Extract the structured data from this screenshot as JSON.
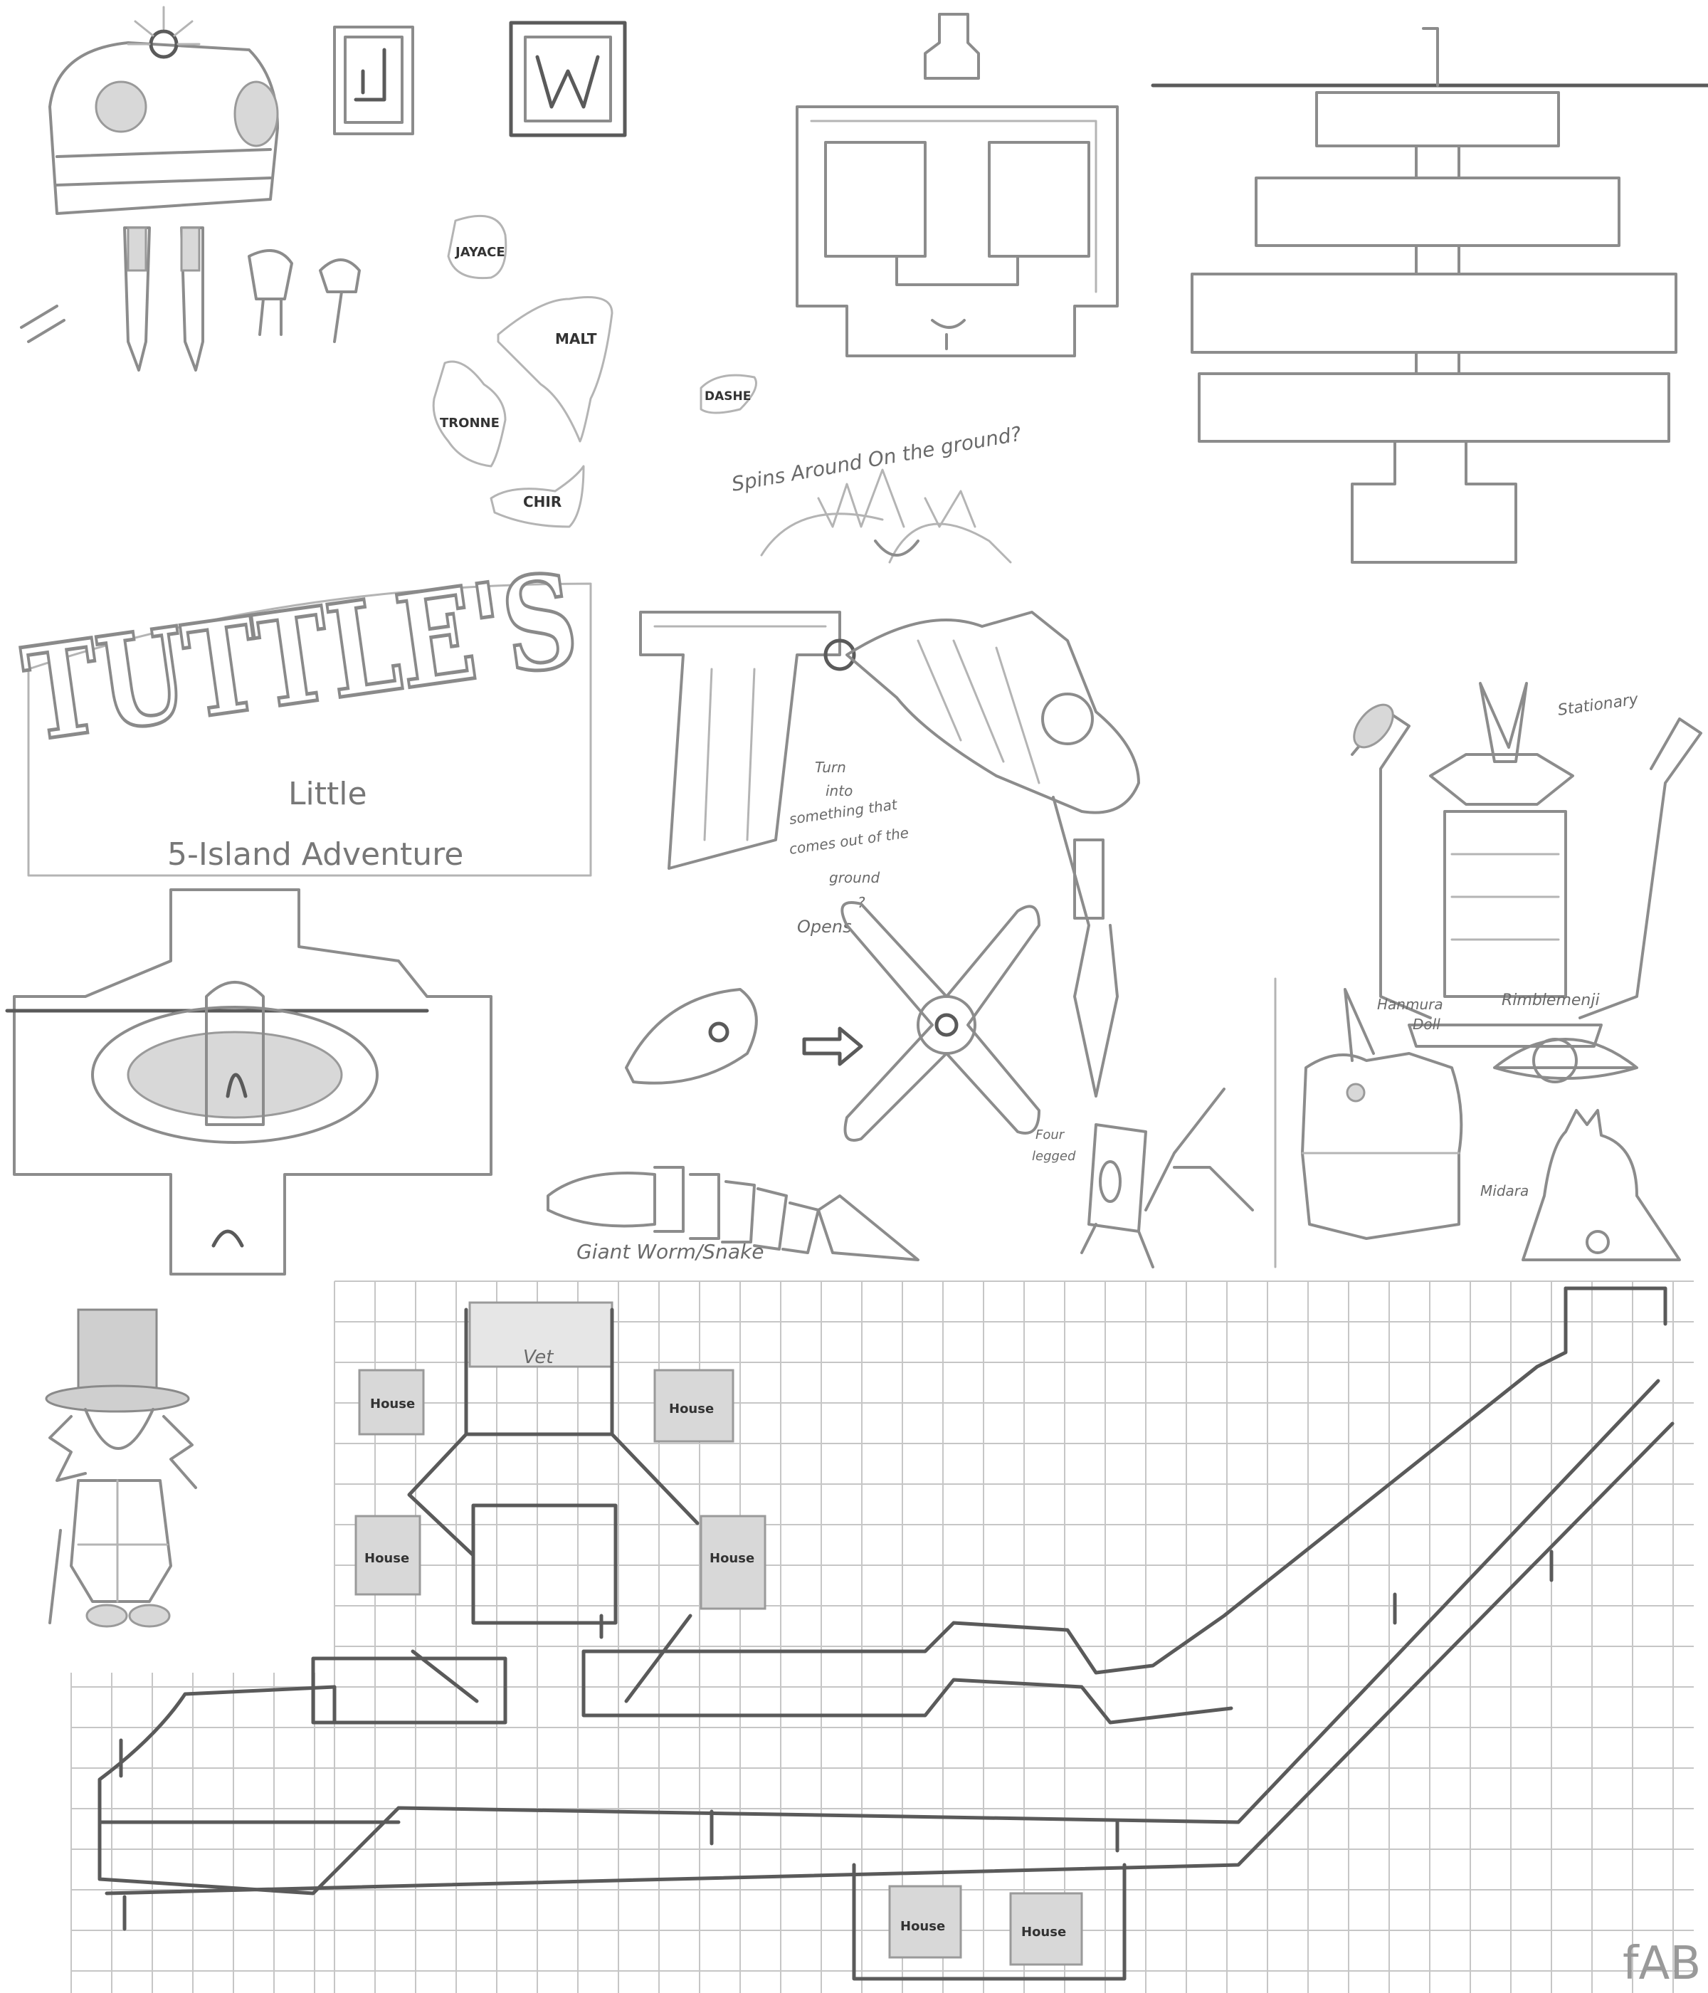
{
  "title": {
    "main": "TUTTLE'S",
    "line2": "Little",
    "line3": "5-Island Adventure"
  },
  "islands": [
    "JAYACE",
    "MALT",
    "TRONNE",
    "CHIR",
    "DASHE"
  ],
  "notes": {
    "spins": "Spins Around On the ground?",
    "turn_lines": [
      "Turn",
      "into",
      "something that",
      "comes out of the",
      "ground",
      "?"
    ],
    "opens": "Opens",
    "stationary": "Stationary",
    "four_legged_lines": [
      "Four",
      "legged"
    ],
    "worm": "Giant Worm/Snake",
    "hanmura_lines": [
      "Hanmura",
      "Doll"
    ],
    "rimblemenji": "Rimblemenji",
    "midara": "Midara"
  },
  "map": {
    "vet": "Vet",
    "house": "House"
  },
  "signature": "fAB",
  "colors": {
    "paper": "#ffffff",
    "pencil": "#8c8c8c",
    "pencil_dark": "#5a5a5a",
    "grid": "#c6c6c6"
  }
}
